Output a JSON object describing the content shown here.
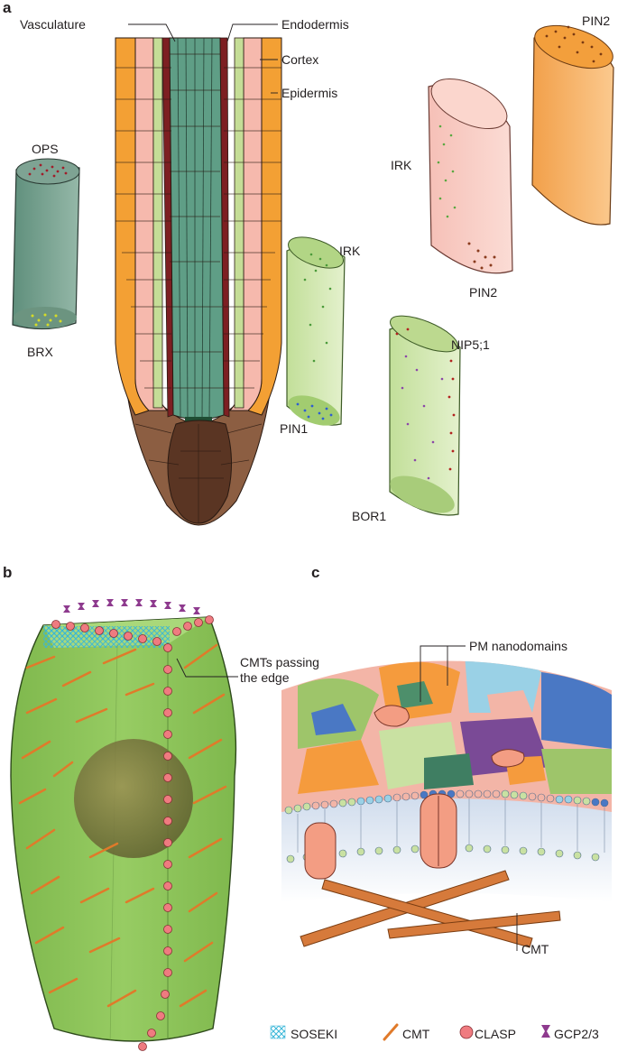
{
  "panels": {
    "a": "a",
    "b": "b",
    "c": "c"
  },
  "panel_a": {
    "root_labels": {
      "vasculature": "Vasculature",
      "endodermis": "Endodermis",
      "cortex": "Cortex",
      "epidermis": "Epidermis"
    },
    "cells": {
      "pin2_top": "PIN2",
      "irk_pink": "IRK",
      "pin2_pink": "PIN2",
      "ops": "OPS",
      "brx": "BRX",
      "irk_green": "IRK",
      "pin1": "PIN1",
      "nip": "NIP5;1",
      "bor1": "BOR1"
    }
  },
  "panel_b": {
    "cmt_edge_label": "CMTs passing the edge"
  },
  "panel_c": {
    "nanodomains_label": "PM nanodomains",
    "cmt_label": "CMT"
  },
  "legend": [
    {
      "label": "SOSEKI",
      "icon": "soseki-grid-icon",
      "color": "#38b6d8"
    },
    {
      "label": "CMT",
      "icon": "cmt-rod-icon",
      "color": "#e07a2a"
    },
    {
      "label": "CLASP",
      "icon": "clasp-circle-icon",
      "color": "#ef7b80"
    },
    {
      "label": "GCP2/3",
      "icon": "gcp-dumbbell-icon",
      "color": "#8e3a8e"
    }
  ],
  "colors": {
    "vasculature": "#5f9e86",
    "endodermis": "#7d1f22",
    "cortex": "#f6b9ad",
    "epidermis": "#f3a034",
    "pericycle": "#c5dd97",
    "root_cap": "#8c5e42",
    "columella": "#5a3523",
    "cell_green": "#8fc65a",
    "cmt": "#e07a2a",
    "clasp": "#ef7b80",
    "gcp": "#8e3a8e",
    "soseki": "#38b6d8"
  }
}
